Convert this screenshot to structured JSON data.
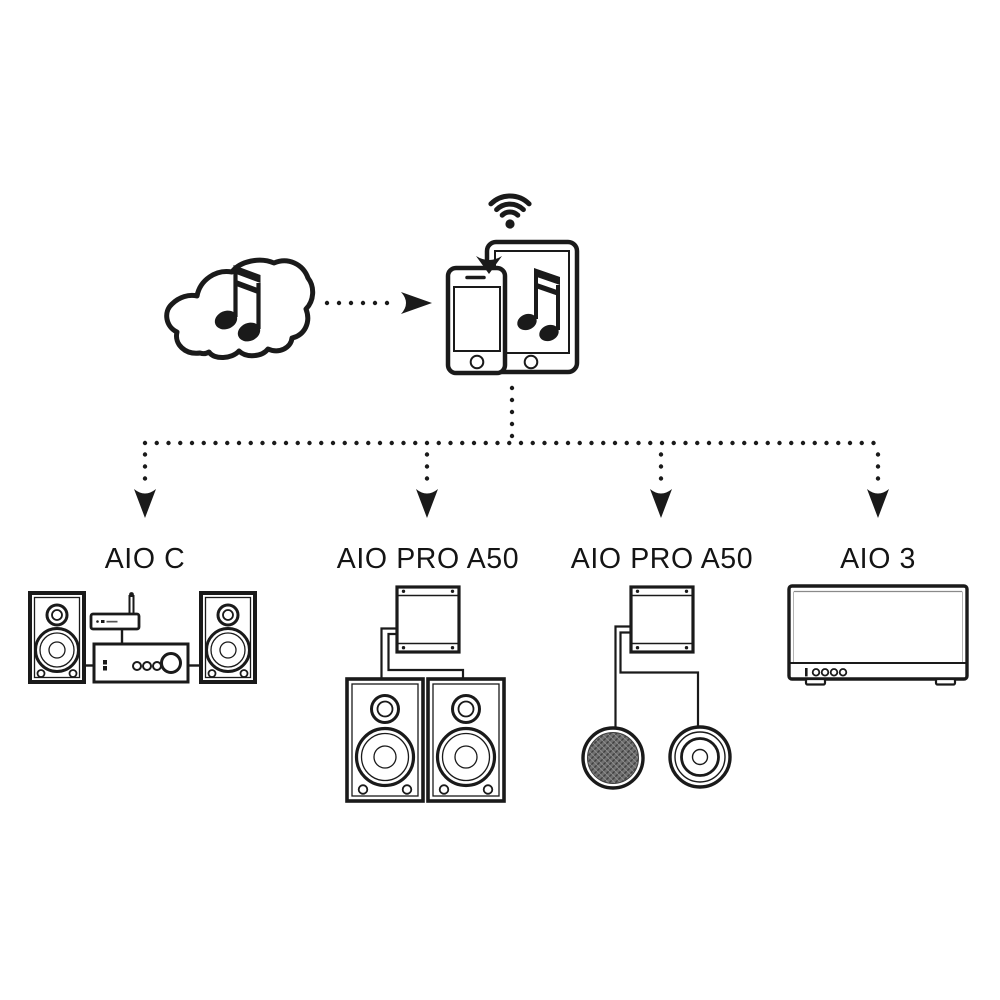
{
  "diagram": {
    "title": "wireless-audio-distribution-diagram",
    "source": {
      "icon": "cloud-music-icon"
    },
    "controller": {
      "wifi_icon": "wifi-icon",
      "devices_icon": "phone-and-tablet-icon",
      "receive_arrow_icon": "down-dart-arrow-icon"
    },
    "flow": {
      "arrow_icon": "dotted-arrow-right-icon",
      "tree_icon": "dotted-branch-tree-icon"
    },
    "products": [
      {
        "label": "AIO C",
        "icon": "mini-hifi-system-icon"
      },
      {
        "label": "AIO PRO A50",
        "icon": "amp-bookshelf-speakers-icon"
      },
      {
        "label": "AIO PRO A50",
        "icon": "amp-ceiling-speakers-icon"
      },
      {
        "label": "AIO 3",
        "icon": "all-in-one-speaker-icon"
      }
    ],
    "colors": {
      "ink": "#1a1a1a",
      "grille_fill": "#6f6f6f",
      "grille_hatch": "#3f3f3f",
      "background": "#ffffff"
    }
  }
}
